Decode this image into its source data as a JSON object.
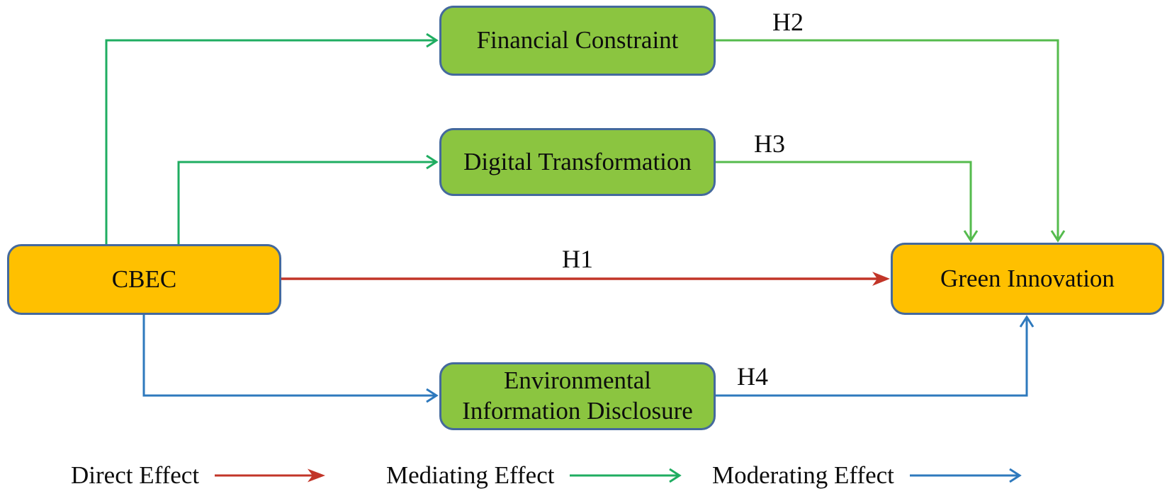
{
  "diagram_title": "CBEC and Green Innovation research model",
  "colors": {
    "background": "#FFFFFF",
    "box_green": "#8BC540",
    "box_orange": "#FFC000",
    "box_border": "#44699D",
    "direct": "#C23528",
    "mediating": "#1FAD61",
    "mediating_light": "#55BB4D",
    "moderating": "#2E79BD",
    "text": "#0D0D0D"
  },
  "nodes": {
    "cbec": {
      "label": "CBEC"
    },
    "financial": {
      "label": "Financial Constraint"
    },
    "digital": {
      "label": "Digital Transformation"
    },
    "environmental": {
      "label": "Environmental Information Disclosure"
    },
    "green_innovation": {
      "label": "Green Innovation"
    }
  },
  "hypotheses": {
    "h1": "H1",
    "h2": "H2",
    "h3": "H3",
    "h4": "H4"
  },
  "edges": [
    {
      "from": "CBEC",
      "to": "Green Innovation",
      "label": "H1",
      "type": "direct"
    },
    {
      "from": "CBEC",
      "to": "Financial Constraint",
      "label": "",
      "type": "mediating"
    },
    {
      "from": "Financial Constraint",
      "to": "Green Innovation",
      "label": "H2",
      "type": "mediating"
    },
    {
      "from": "CBEC",
      "to": "Digital Transformation",
      "label": "",
      "type": "mediating"
    },
    {
      "from": "Digital Transformation",
      "to": "Green Innovation",
      "label": "H3",
      "type": "mediating"
    },
    {
      "from": "CBEC",
      "to": "Environmental Information Disclosure",
      "label": "",
      "type": "moderating"
    },
    {
      "from": "Environmental Information Disclosure",
      "to": "Green Innovation",
      "label": "H4",
      "type": "moderating"
    }
  ],
  "legend": [
    {
      "label": "Direct Effect",
      "effect": "direct"
    },
    {
      "label": "Mediating Effect",
      "effect": "mediating"
    },
    {
      "label": "Moderating Effect",
      "effect": "moderating"
    }
  ]
}
